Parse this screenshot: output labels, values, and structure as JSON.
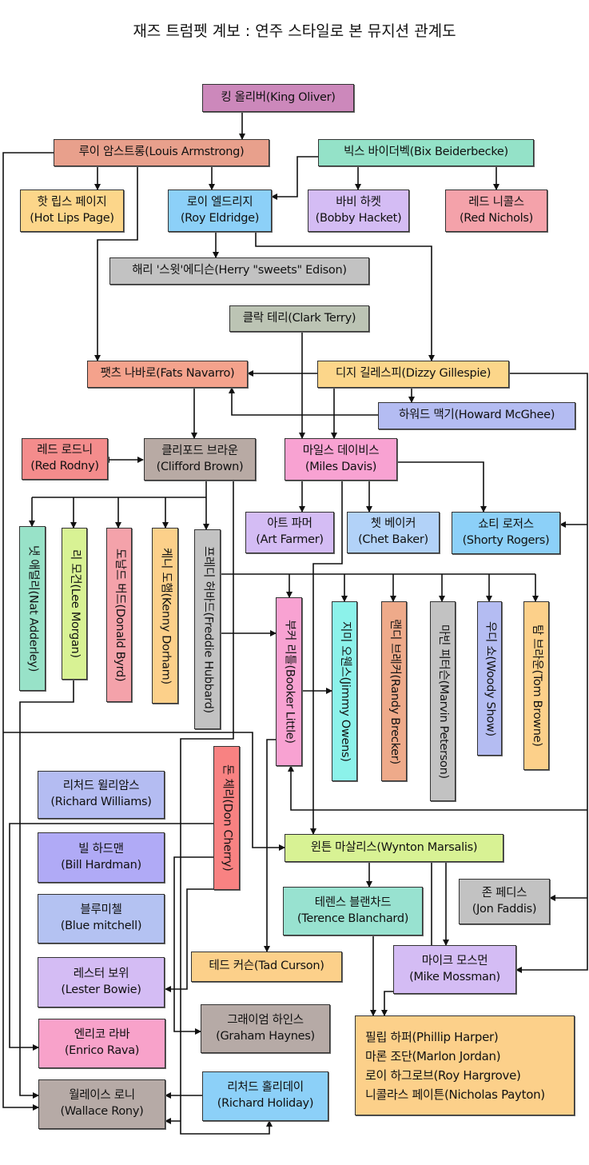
{
  "title": "재즈 트럼펫 계보 : 연주 스타일로 본 뮤지션 관계도",
  "nodes": {
    "king_oliver": {
      "l1": "킹 올리버(King Oliver)",
      "color": "#cc88bb"
    },
    "louis_armstrong": {
      "l1": "루이 암스트롱(Louis Armstrong)",
      "color": "#e8a08c"
    },
    "bix": {
      "l1": "빅스 바이더벡(Bix Beiderbecke)",
      "color": "#94e2c8"
    },
    "hot_lips": {
      "l1": "핫 립스 페이지",
      "l2": "(Hot Lips Page)",
      "color": "#fcd68a"
    },
    "roy_eldridge": {
      "l1": "로이 엘드리지",
      "l2": "(Roy Eldridge)",
      "color": "#8cd0f8"
    },
    "bobby_hacket": {
      "l1": "바비 하켓",
      "l2": "(Bobby Hacket)",
      "color": "#d4bcf4"
    },
    "red_nichols": {
      "l1": "레드 니콜스",
      "l2": "(Red Nichols)",
      "color": "#f4a2aa"
    },
    "sweets": {
      "l1": "해리 '스윗'에디슨(Herry \"sweets\" Edison)",
      "color": "#c2c2c2"
    },
    "clark_terry": {
      "l1": "클락 테리(Clark Terry)",
      "color": "#bcc4b4"
    },
    "fats": {
      "l1": "팻츠 나바로(Fats Navarro)",
      "color": "#f4a28c"
    },
    "dizzy": {
      "l1": "디지 길레스피(Dizzy Gillespie)",
      "color": "#fcd68a"
    },
    "howard": {
      "l1": "하워드 맥기(Howard McGhee)",
      "color": "#b4bcf2"
    },
    "red_rodny": {
      "l1": "레드 로드니",
      "l2": "(Red Rodny)",
      "color": "#f48c8c"
    },
    "clifford": {
      "l1": "클리포드 브라운",
      "l2": "(Clifford Brown)",
      "color": "#b8aaa4"
    },
    "miles": {
      "l1": "마일스 데이비스",
      "l2": "(Miles Davis)",
      "color": "#f8a2d2"
    },
    "art_farmer": {
      "l1": "아트 파머",
      "l2": "(Art Farmer)",
      "color": "#d4bcf4"
    },
    "chet_baker": {
      "l1": "쳇 베이커",
      "l2": "(Chet Baker)",
      "color": "#b2d2f8"
    },
    "shorty": {
      "l1": "쇼티 로저스",
      "l2": "(Shorty Rogers)",
      "color": "#8cd0f8"
    },
    "nat": {
      "l1": "냇 애덜리(Nat Adderley)",
      "color": "#98e2c8"
    },
    "lee_morgan": {
      "l1": "리 모건(Lee Morgan)",
      "color": "#d8f294"
    },
    "donald_byrd": {
      "l1": "도날드 버드(Donald Byrd)",
      "color": "#f4a2aa"
    },
    "kenny": {
      "l1": "케니 도햄(Kenny Dorham)",
      "color": "#fcd08a"
    },
    "freddie": {
      "l1": "프레디 허바드(Freddie Hubbard)",
      "color": "#c2c2c2"
    },
    "booker": {
      "l1": "부커 리틀(Booker Little)",
      "color": "#f8a2d2"
    },
    "jimmy": {
      "l1": "지미 오웬스(Jimmy Owens)",
      "color": "#8cf2ea"
    },
    "randy": {
      "l1": "랜디 브레커(Randy Brecker)",
      "color": "#eeaa8a"
    },
    "marvin": {
      "l1": "마빈 피터슨(Marvin Peterson)",
      "color": "#c2c2c2"
    },
    "woody": {
      "l1": "우디 쇼(Woody Show)",
      "color": "#b4bcf2"
    },
    "tom": {
      "l1": "탐 브라운(Tom Browne)",
      "color": "#fcd08a"
    },
    "don_cherry": {
      "l1": "돈 체리(Don Cherry)",
      "color": "#f88282"
    },
    "richard_williams": {
      "l1": "리처드 윌리암스",
      "l2": "(Richard Williams)",
      "color": "#b4bcf2"
    },
    "bill_hardman": {
      "l1": "빌 하드맨",
      "l2": "(Bill Hardman)",
      "color": "#b0aaf6"
    },
    "blue_mitchell": {
      "l1": "블루미첼",
      "l2": "(Blue mitchell)",
      "color": "#b4c2f2"
    },
    "lester": {
      "l1": "레스터 보위",
      "l2": "(Lester Bowie)",
      "color": "#d4bcf4"
    },
    "enrico": {
      "l1": "엔리코 라바",
      "l2": "(Enrico Rava)",
      "color": "#f8a2ca"
    },
    "wallace": {
      "l1": "월레이스 로니",
      "l2": "(Wallace Rony)",
      "color": "#b6aaa6"
    },
    "wynton": {
      "l1": "윈튼 마살리스(Wynton Marsalis)",
      "color": "#d8f294"
    },
    "terence": {
      "l1": "테렌스 블랜차드",
      "l2": "(Terence Blanchard)",
      "color": "#98e2d0"
    },
    "jon_faddis": {
      "l1": "존 페디스",
      "l2": "(Jon Faddis)",
      "color": "#c2c2c2"
    },
    "tad": {
      "l1": "테드 커슨(Tad Curson)",
      "color": "#fcd08a"
    },
    "mike": {
      "l1": "마이크 모스먼",
      "l2": "(Mike Mossman)",
      "color": "#d4bcf4"
    },
    "graham": {
      "l1": "그래이엄 하인스",
      "l2": "(Graham Haynes)",
      "color": "#b6aaa6"
    },
    "richard_holiday": {
      "l1": "리처드 홀리데이",
      "l2": "(Richard Holiday)",
      "color": "#8cd0f8"
    },
    "group": {
      "lines": [
        "필립 하퍼(Phillip Harper)",
        "마론 조단(Marlon Jordan)",
        "로이 하그로브(Roy Hargrove)",
        "니콜라스 페이튼(Nicholas Payton)"
      ],
      "color": "#fcd08a"
    }
  }
}
